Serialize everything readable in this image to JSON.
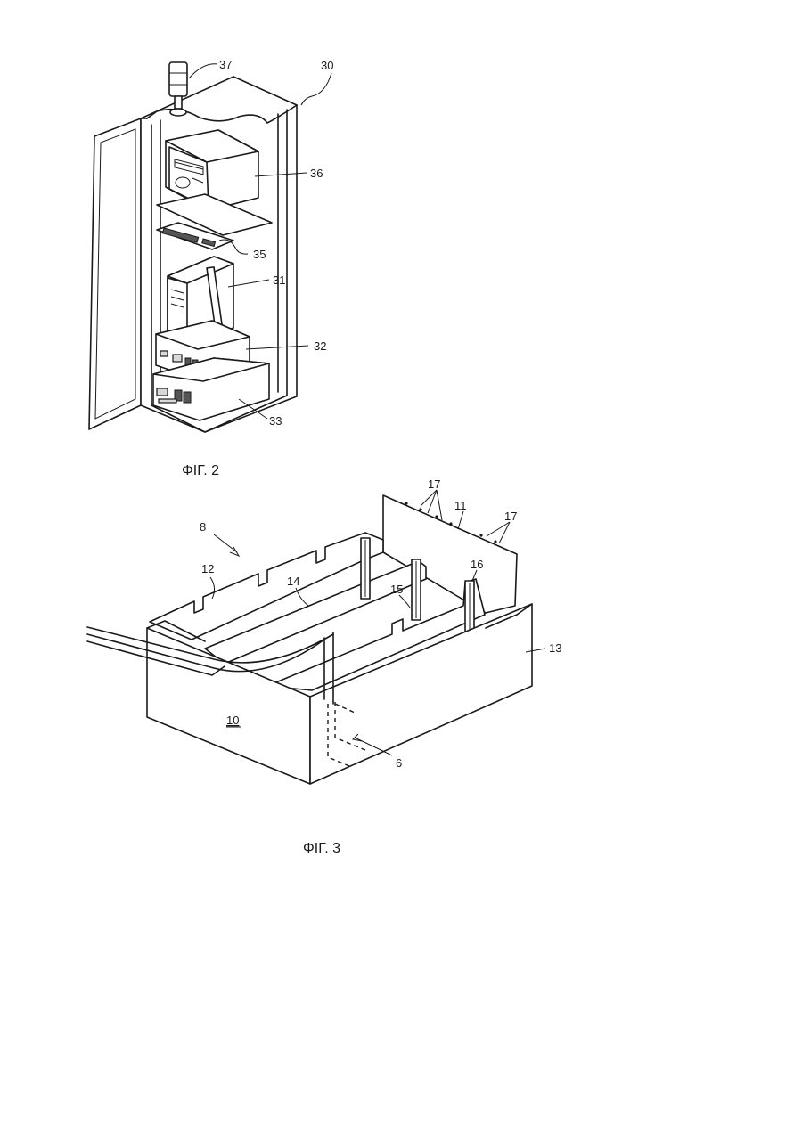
{
  "figure2": {
    "caption": "ΦΙΓ. 2",
    "labels": {
      "ref37": "37",
      "ref30": "30",
      "ref36": "36",
      "ref35": "35",
      "ref31": "31",
      "ref32": "32",
      "ref33": "33"
    }
  },
  "figure3": {
    "caption": "ΦΙΓ. 3",
    "labels": {
      "ref8": "8",
      "ref12": "12",
      "ref14": "14",
      "ref15": "15",
      "ref16": "16",
      "ref17a": "17",
      "ref11": "11",
      "ref17b": "17",
      "ref13": "13",
      "ref10": "10",
      "ref6": "6"
    }
  }
}
